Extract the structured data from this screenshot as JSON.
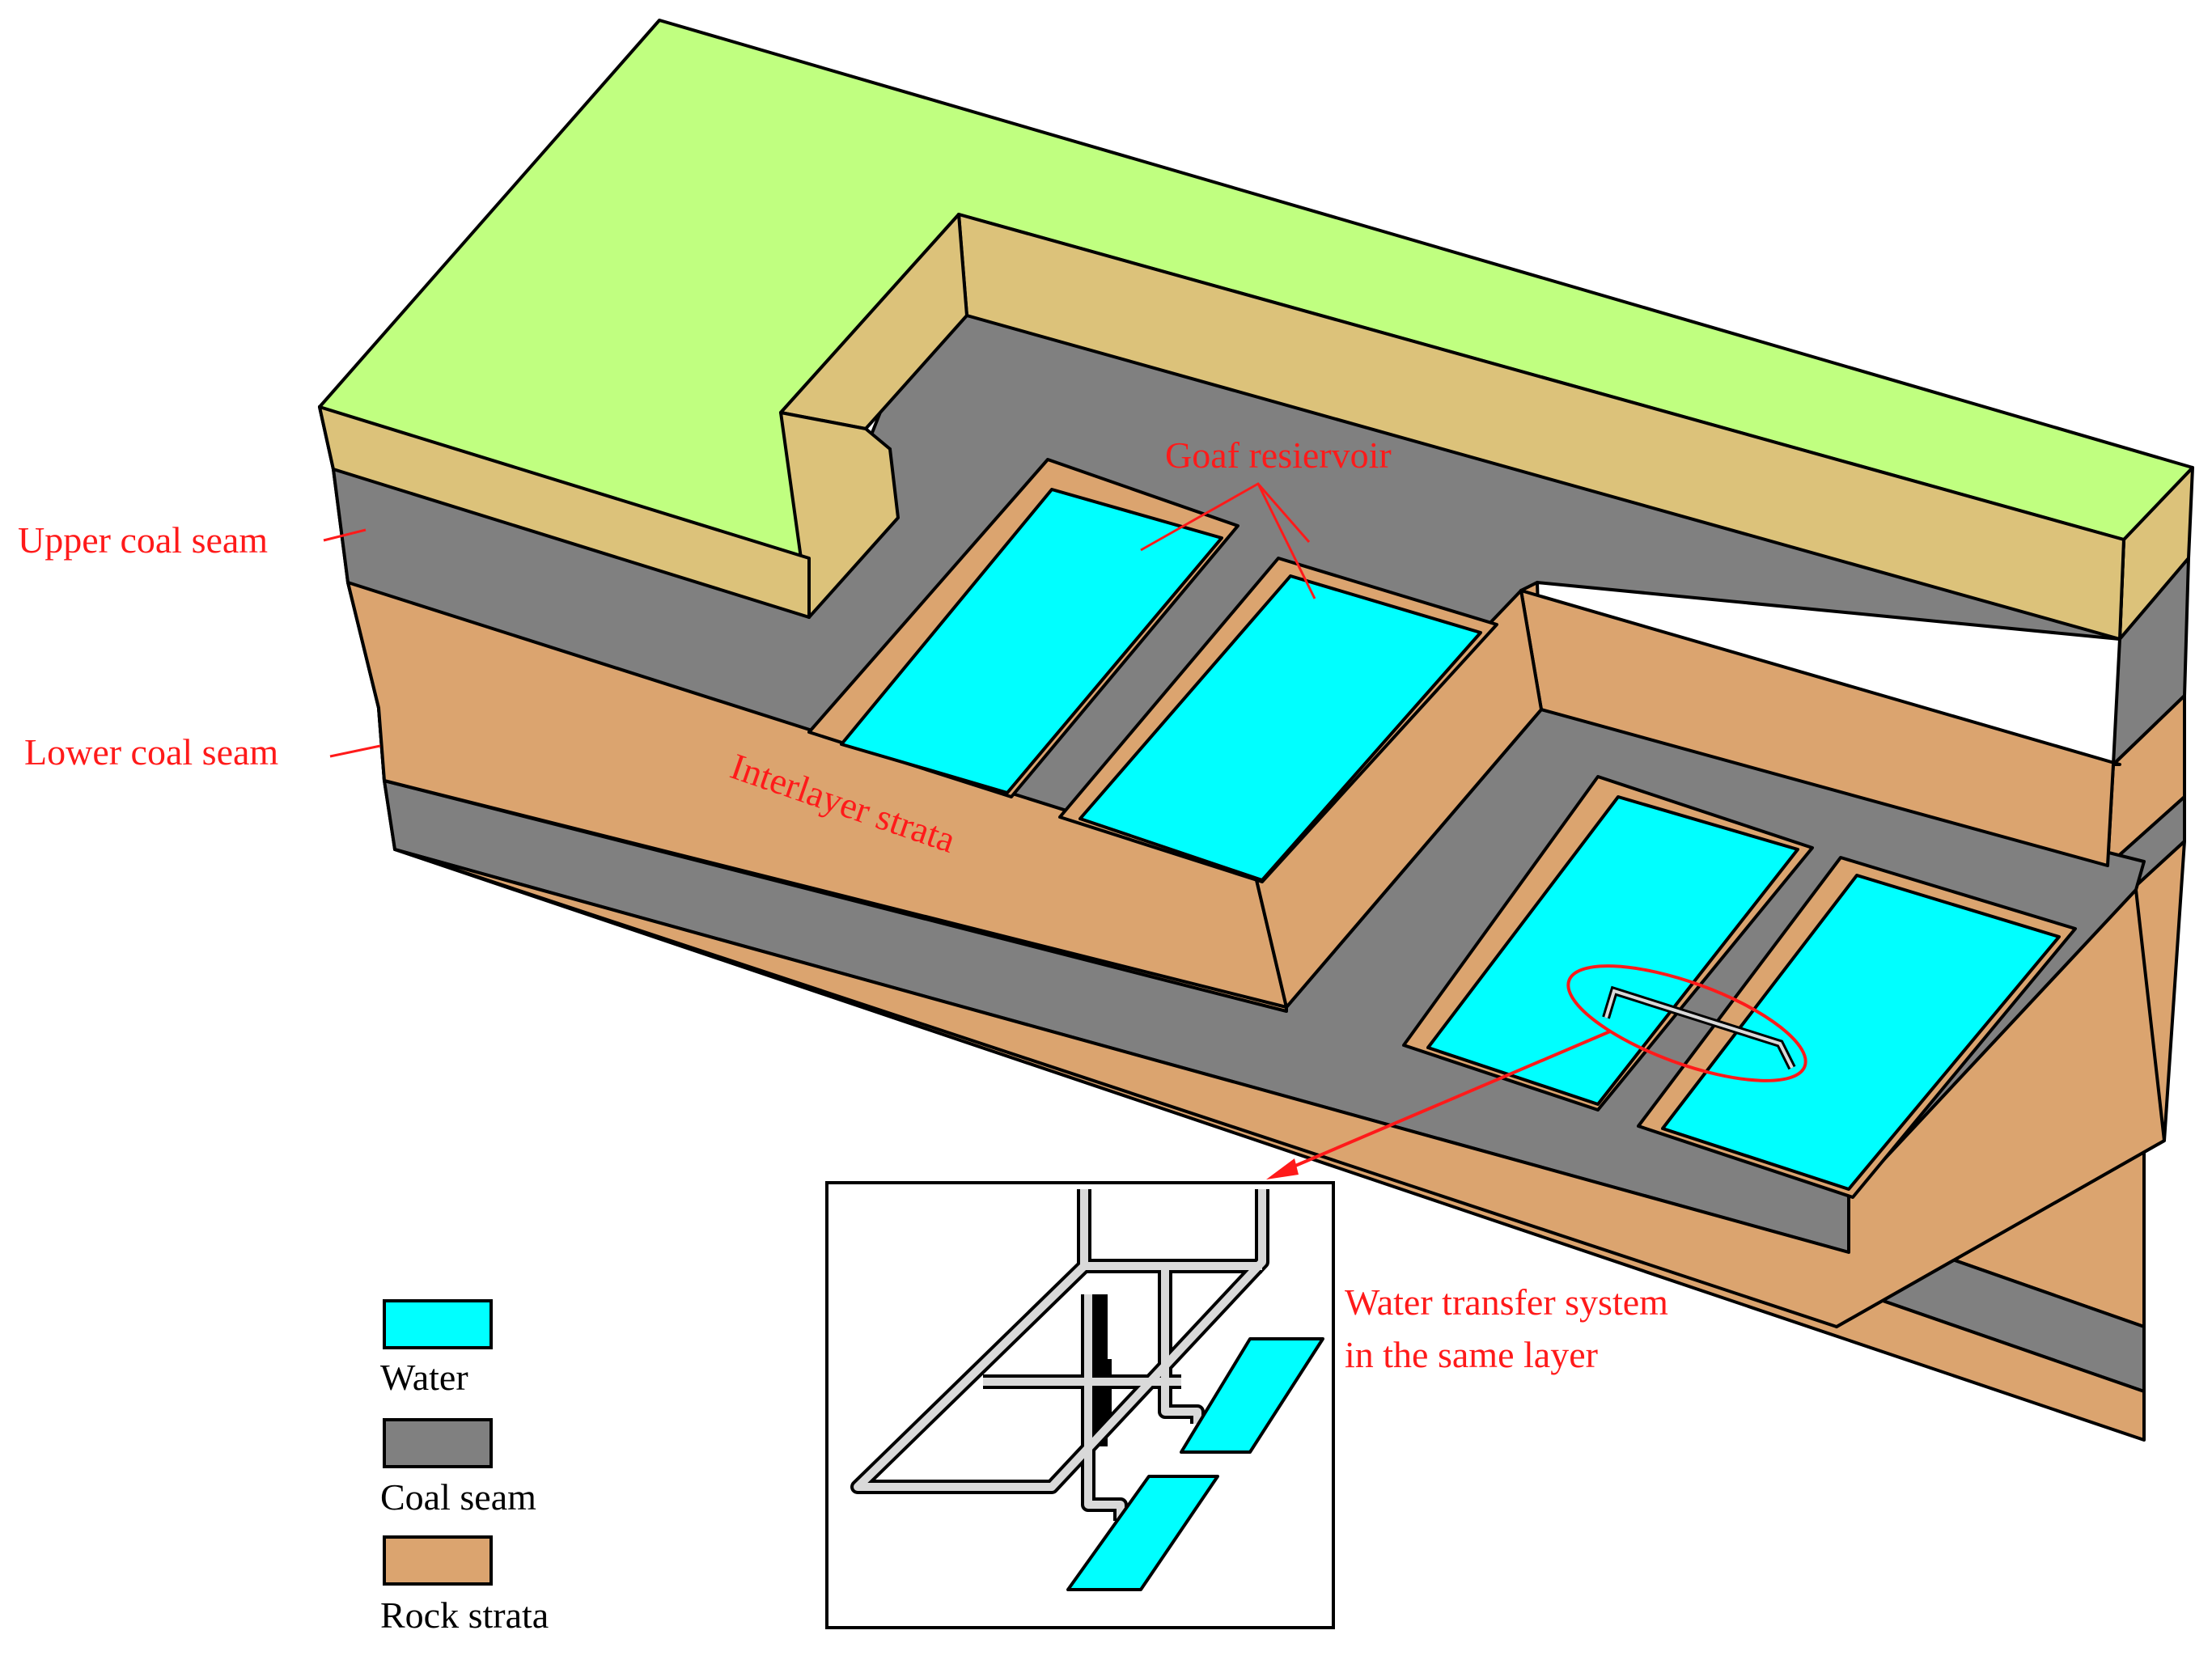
{
  "colors": {
    "ground_surface": "#c0ff80",
    "topsoil": "#dcc27a",
    "coal_seam": "#808080",
    "rock_strata": "#dba46f",
    "water": "#00ffff",
    "annotation": "#ff1a1a",
    "pipe": "#d9d9d9",
    "outline": "#000000"
  },
  "labels": {
    "upper_coal_seam": "Upper coal seam",
    "lower_coal_seam": "Lower coal seam",
    "interlayer_strata": "Interlayer strata",
    "goaf_reservoir": "Goaf resiervoir",
    "water_transfer_line1": "Water transfer system",
    "water_transfer_line2": "in the same layer"
  },
  "legend": {
    "items": [
      {
        "label": "Water",
        "color": "#00ffff"
      },
      {
        "label": "Coal seam",
        "color": "#808080"
      },
      {
        "label": "Rock strata",
        "color": "#dba46f"
      }
    ]
  }
}
